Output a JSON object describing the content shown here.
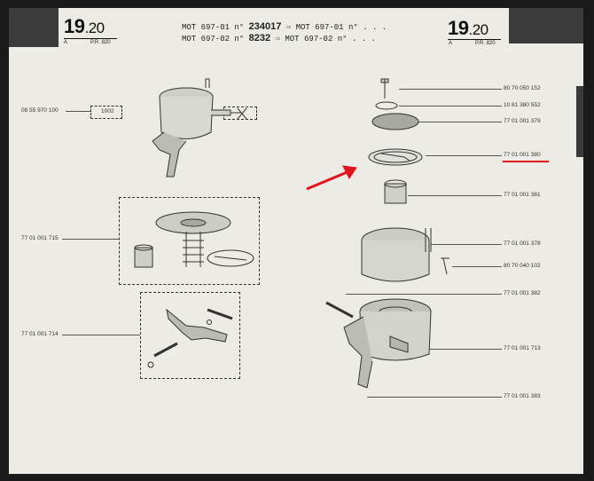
{
  "header": {
    "section_left": "19",
    "subsection_left": ".20",
    "index_left": "A",
    "pr_left": "P.R. 820",
    "section_right": "19",
    "subsection_right": ".20",
    "index_right": "A",
    "pr_right": "P.R. 820",
    "mot_line_1": "MOT 697-01 n°",
    "mot_num_1": "234017",
    "mot_arrow_1": "MOT 697-01 n° . . .",
    "mot_line_2": "MOT 697-02 n°",
    "mot_num_2": "8232",
    "mot_arrow_2": "MOT 697-02 n° . . ."
  },
  "left_refs": {
    "top": "08 55 970 100",
    "box_label": "1002",
    "kit_1": "77 01 001 715",
    "kit_2": "77 01 001 714"
  },
  "right_refs": [
    "80 70 050 152",
    "10 81 380 552",
    "77 01 001 379",
    "77 01 001 380",
    "77 01 001 381",
    "77 01 001 378",
    "80 70 040 102",
    "77 01 001 382",
    "77 01 001 713",
    "77 01 001 383"
  ],
  "highlight": {
    "color": "#e0141a",
    "target": "77 01 001 380"
  }
}
